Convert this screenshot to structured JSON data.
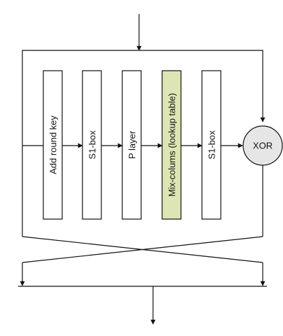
{
  "blocks": [
    {
      "label": "Add round key",
      "fill": "#ffffff"
    },
    {
      "label": "S1-box",
      "fill": "#ffffff"
    },
    {
      "label": "P layer",
      "fill": "#ffffff"
    },
    {
      "label": "Mix-colums  (lookup table)",
      "fill": "#dde5b4"
    },
    {
      "label": "S1-box",
      "fill": "#ffffff"
    }
  ],
  "xor": {
    "label": "XOR",
    "fill": "#e6e6e6"
  },
  "colors": {
    "line": "#111111",
    "highlight": "#dde5b4"
  }
}
